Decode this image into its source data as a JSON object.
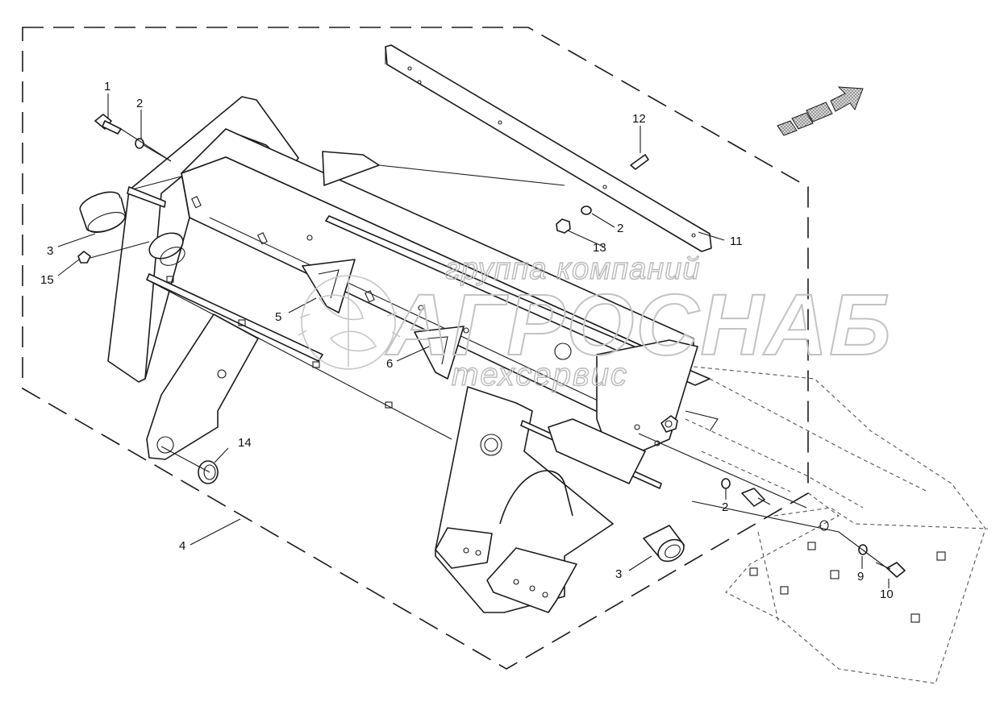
{
  "watermark": {
    "line1": "группа компаний",
    "line2": "АГРОСНАБ",
    "line3": "техсервис"
  },
  "callouts": [
    {
      "id": "c1",
      "text": "1"
    },
    {
      "id": "c2a",
      "text": "2"
    },
    {
      "id": "c2b",
      "text": "2"
    },
    {
      "id": "c2c",
      "text": "2"
    },
    {
      "id": "c3a",
      "text": "3"
    },
    {
      "id": "c3b",
      "text": "3"
    },
    {
      "id": "c4",
      "text": "4"
    },
    {
      "id": "c5",
      "text": "5"
    },
    {
      "id": "c6",
      "text": "6"
    },
    {
      "id": "c9",
      "text": "9"
    },
    {
      "id": "c10",
      "text": "10"
    },
    {
      "id": "c11",
      "text": "11"
    },
    {
      "id": "c12",
      "text": "12"
    },
    {
      "id": "c13",
      "text": "13"
    },
    {
      "id": "c14",
      "text": "14"
    },
    {
      "id": "c15",
      "text": "15"
    }
  ],
  "icons": {
    "direction": "direction-arrow-icon",
    "logo": "agrosnab-logo-icon"
  },
  "colors": {
    "line": "#1a1a1a",
    "watermark": "#c3c3c3",
    "arrow_fill": "#9a9a9a"
  }
}
